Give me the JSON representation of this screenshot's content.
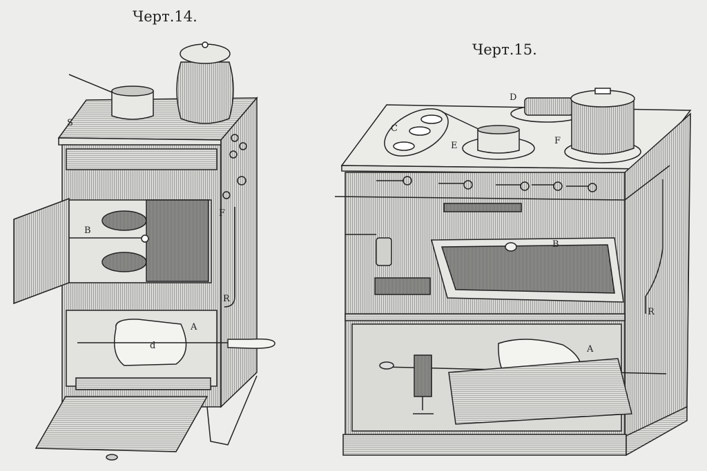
{
  "figures": [
    {
      "caption": "Черт.14.",
      "labels": {
        "s": "S",
        "b": "B",
        "f": "F",
        "r": "R",
        "a": "A",
        "d": "d"
      }
    },
    {
      "caption": "Черт.15.",
      "labels": {
        "c": "C",
        "d": "D",
        "e": "E",
        "f": "F",
        "b": "B",
        "r": "R",
        "a": "A"
      }
    }
  ],
  "colors": {
    "paper": "#ededeb",
    "ink": "#222222",
    "shade": "#8a8a88"
  }
}
